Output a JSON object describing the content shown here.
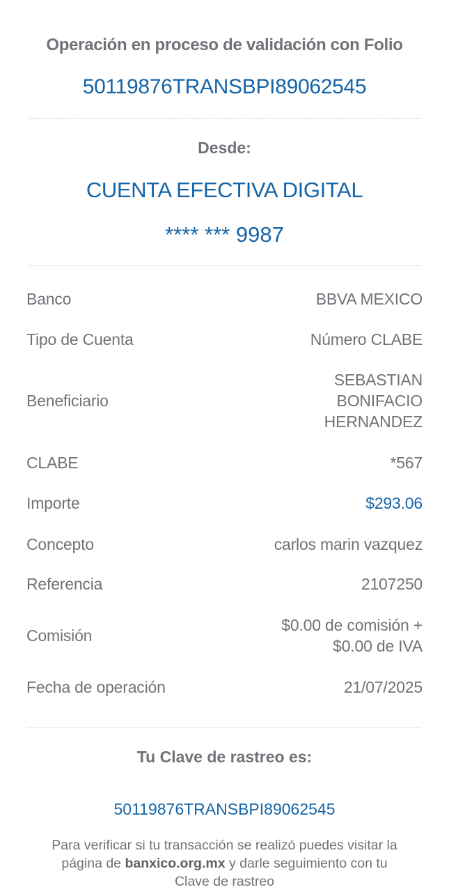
{
  "header": {
    "title": "Operación en proceso de validación con Folio",
    "folio": "50119876TRANSBPI89062545"
  },
  "origin": {
    "label": "Desde:",
    "account_name": "CUENTA EFECTIVA DIGITAL",
    "account_masked": "**** *** 9987"
  },
  "details": [
    {
      "label": "Banco",
      "value": "BBVA MEXICO"
    },
    {
      "label": "Tipo de Cuenta",
      "value": "Número CLABE"
    },
    {
      "label": "Beneficiario",
      "value_lines": [
        "SEBASTIAN",
        "BONIFACIO",
        "HERNANDEZ"
      ]
    },
    {
      "label": "CLABE",
      "value": "*567"
    },
    {
      "label": "Importe",
      "value": "$293.06"
    },
    {
      "label": "Concepto",
      "value": "carlos marin vazquez"
    },
    {
      "label": "Referencia",
      "value": "2107250"
    },
    {
      "label": "Comisión",
      "value_lines": [
        "$0.00 de comisión +",
        "$0.00 de IVA"
      ]
    },
    {
      "label": "Fecha de operación",
      "value": "21/07/2025"
    }
  ],
  "tracking": {
    "label": "Tu Clave de rastreo es:",
    "code": "50119876TRANSBPI89062545",
    "note_before": "Para verificar si tu transacción se realizó puedes visitar la página de ",
    "note_link": "banxico.org.mx",
    "note_after": " y darle seguimiento con tu Clave de rastreo"
  },
  "colors": {
    "accent": "#1565a8",
    "text": "#6f7378"
  }
}
